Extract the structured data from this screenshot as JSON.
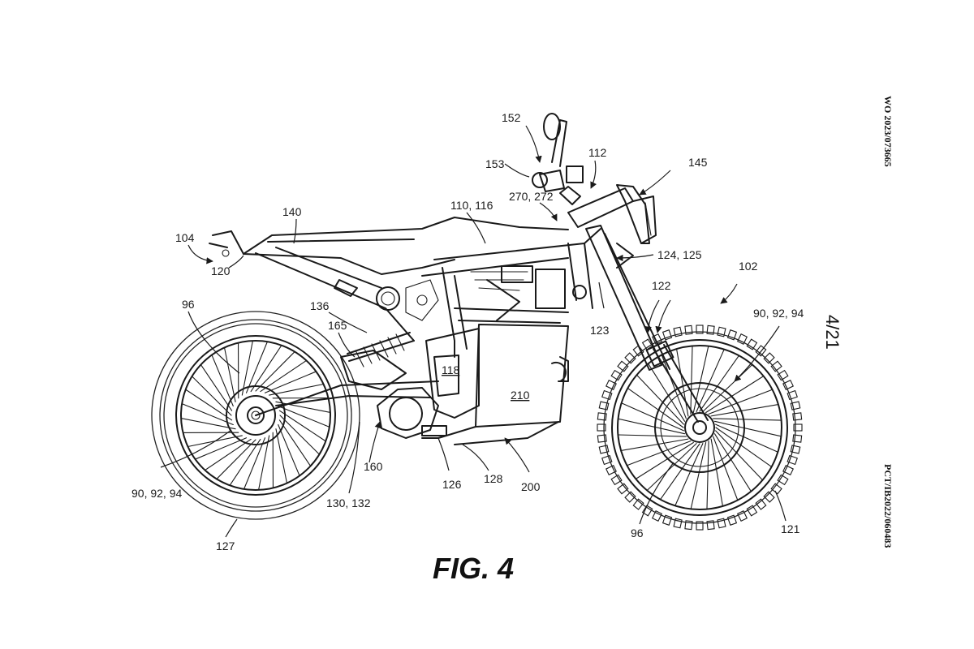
{
  "figure": {
    "caption": "FIG. 4",
    "page_number": "4/21",
    "publication_number": "WO 2023/073665",
    "application_number": "PCT/IB2022/060483"
  },
  "reference_labels": {
    "l152": "152",
    "l153": "153",
    "l112": "112",
    "l145": "145",
    "l140": "140",
    "l110_116": "110, 116",
    "l270_272": "270, 272",
    "l104": "104",
    "l120": "120",
    "l124_125": "124, 125",
    "l102": "102",
    "l96_rear": "96",
    "l136": "136",
    "l122": "122",
    "l165": "165",
    "l90_front": "90, 92, 94",
    "l123": "123",
    "l118": "118",
    "l210": "210",
    "l160": "160",
    "l90_rear": "90, 92, 94",
    "l126": "126",
    "l128": "128",
    "l200": "200",
    "l130_132": "130, 132",
    "l96_front": "96",
    "l121": "121",
    "l127": "127"
  }
}
